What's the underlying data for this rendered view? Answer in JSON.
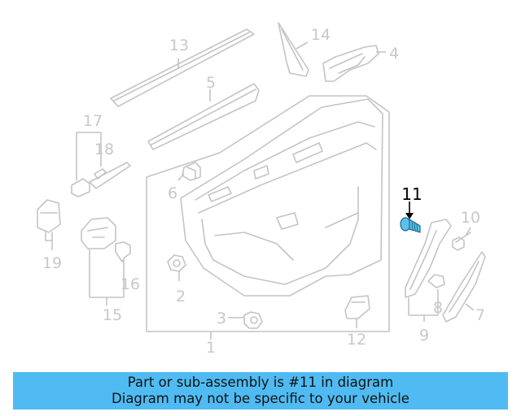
{
  "callouts": {
    "c1": "1",
    "c2": "2",
    "c3": "3",
    "c4": "4",
    "c5": "5",
    "c6": "6",
    "c7": "7",
    "c8": "8",
    "c9": "9",
    "c10": "10",
    "c11": "11",
    "c12": "12",
    "c13": "13",
    "c14": "14",
    "c15": "15",
    "c16": "16",
    "c17": "17",
    "c18": "18",
    "c19": "19"
  },
  "highlighted_part": "11",
  "colors": {
    "highlight_part": "#5bc0ea",
    "banner": "#4fbbf2",
    "line_art": "#c4c4c4"
  },
  "banner": {
    "line1": "Part or sub-assembly is #11 in diagram",
    "line2": "Diagram may not be specific to your vehicle"
  }
}
